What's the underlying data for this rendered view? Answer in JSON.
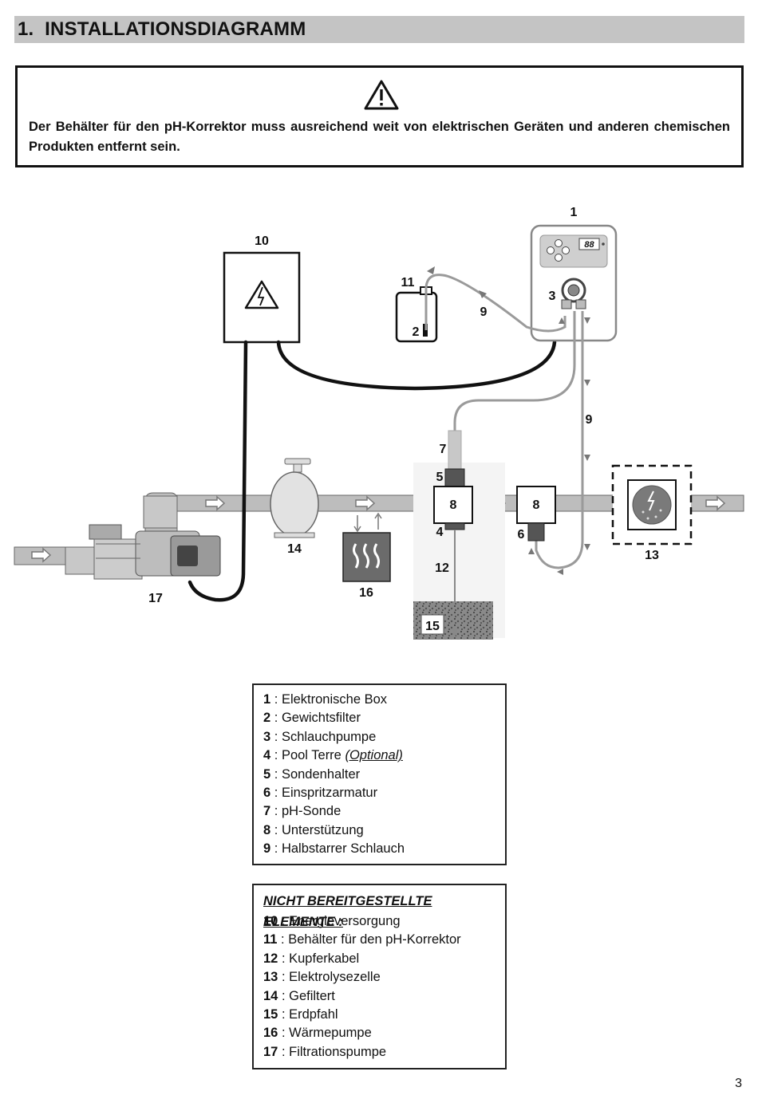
{
  "section": {
    "number": "1.",
    "title": "INSTALLATIONSDIAGRAMM"
  },
  "warning": {
    "icon": "warning-triangle-icon",
    "text": "Der Behälter für den pH-Korrektor muss ausreichend weit von elektrischen Geräten und anderen chemischen Produkten entfernt sein."
  },
  "diagram": {
    "labels": {
      "l1": "1",
      "l2": "2",
      "l3": "3",
      "l4": "4",
      "l5": "5",
      "l6": "6",
      "l7": "7",
      "l8a": "8",
      "l8b": "8",
      "l9a": "9",
      "l9b": "9",
      "l10": "10",
      "l11": "11",
      "l12": "12",
      "l13": "13",
      "l14": "14",
      "l15": "15",
      "l16": "16",
      "l17": "17"
    },
    "display": "88"
  },
  "legend_supplied": [
    {
      "num": "1",
      "sep": " :  ",
      "text": "Elektronische Box"
    },
    {
      "num": "2",
      "sep": " :  ",
      "text": "Gewichtsfilter"
    },
    {
      "num": "3",
      "sep": " :  ",
      "text": "Schlauchpumpe"
    },
    {
      "num": "4",
      "sep": " :  ",
      "text": "Pool Terre ",
      "extra": "(Optional)"
    },
    {
      "num": "5",
      "sep": " :  ",
      "text": "Sondenhalter"
    },
    {
      "num": "6",
      "sep": " :  ",
      "text": "Einspritzarmatur"
    },
    {
      "num": "7",
      "sep": " :  ",
      "text": "pH-Sonde"
    },
    {
      "num": "8",
      "sep": " :  ",
      "text": "Unterstützung"
    },
    {
      "num": "9",
      "sep": " :  ",
      "text": "Halbstarrer Schlauch"
    }
  ],
  "legend_not_supplied": {
    "heading": "NICHT BEREITGESTELLTE ELEMENTE :",
    "items": [
      {
        "num": "10",
        "sep": " :  ",
        "text": "Energieversorgung"
      },
      {
        "num": "11",
        "sep": " :  ",
        "text": "Behälter für den pH-Korrektor"
      },
      {
        "num": "12",
        "sep": " :  ",
        "text": "Kupferkabel"
      },
      {
        "num": "13",
        "sep": " :  ",
        "text": "Elektrolysezelle"
      },
      {
        "num": "14",
        "sep": " :  ",
        "text": "Gefiltert"
      },
      {
        "num": "15",
        "sep": " :  ",
        "text": "Erdpfahl"
      },
      {
        "num": "16",
        "sep": " :  ",
        "text": "Wärmepumpe"
      },
      {
        "num": "17",
        "sep": " :  ",
        "text": "Filtrationspumpe"
      }
    ]
  },
  "page_number": "3"
}
